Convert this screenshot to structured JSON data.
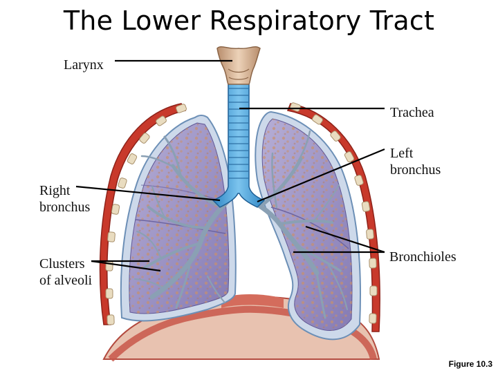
{
  "title": "The Lower Respiratory Tract",
  "labels": {
    "larynx": "Larynx",
    "trachea": "Trachea",
    "left_bronchus_line1": "Left",
    "left_bronchus_line2": "bronchus",
    "right_bronchus_line1": "Right",
    "right_bronchus_line2": "bronchus",
    "alveoli_line1": "Clusters",
    "alveoli_line2": "of alveoli",
    "bronchioles": "Bronchioles"
  },
  "figure_label": "Figure 10.3",
  "colors": {
    "rib_red": "#c8392b",
    "rib_cartilage": "#e9dcc0",
    "pleura_blue": "#aac4dc",
    "lung_fill": "#9c93c4",
    "trachea_blue": "#4ea6d9",
    "larynx_tan": "#d9b89a",
    "diaphragm": "#c8574a",
    "alveoli": "#c8906a",
    "airways": "#8aa0b4",
    "leader_line": "#000000"
  }
}
